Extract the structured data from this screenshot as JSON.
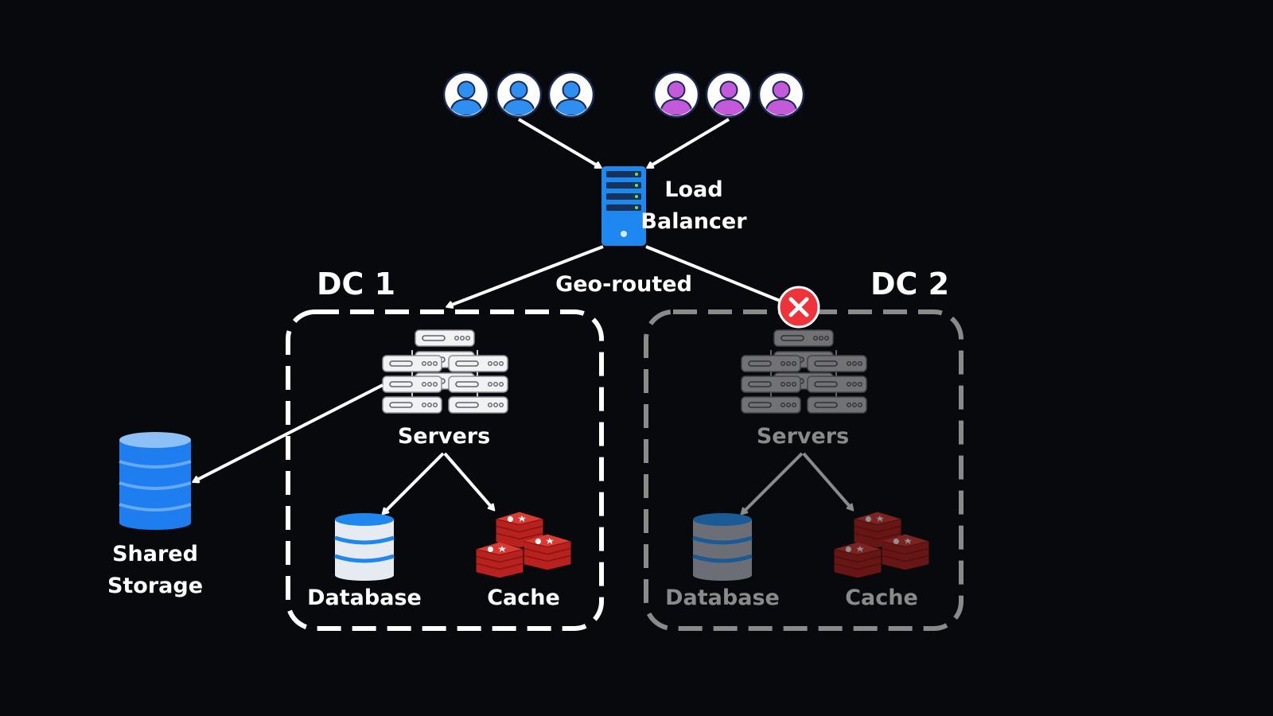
{
  "load_balancer": {
    "label_line1": "Load",
    "label_line2": "Balancer",
    "icon": "server-rack-icon"
  },
  "routing_label": "Geo-routed",
  "dc1": {
    "title": "DC 1",
    "servers_label": "Servers",
    "database_label": "Database",
    "cache_label": "Cache"
  },
  "dc2": {
    "title": "DC 2",
    "status_icon": "failure-x-icon",
    "servers_label": "Servers",
    "database_label": "Database",
    "cache_label": "Cache"
  },
  "shared_storage": {
    "label_line1": "Shared",
    "label_line2": "Storage"
  },
  "user_groups": [
    {
      "name": "blue-users",
      "count": 3,
      "color": "#2f8ff0"
    },
    {
      "name": "purple-users",
      "count": 3,
      "color": "#c45ad9"
    }
  ],
  "colors": {
    "background": "#08090c",
    "accent_blue": "#1e88f0",
    "cache_red": "#c9302c",
    "failure_red": "#f0323a",
    "dc2_gray": "#8a8a8a"
  }
}
